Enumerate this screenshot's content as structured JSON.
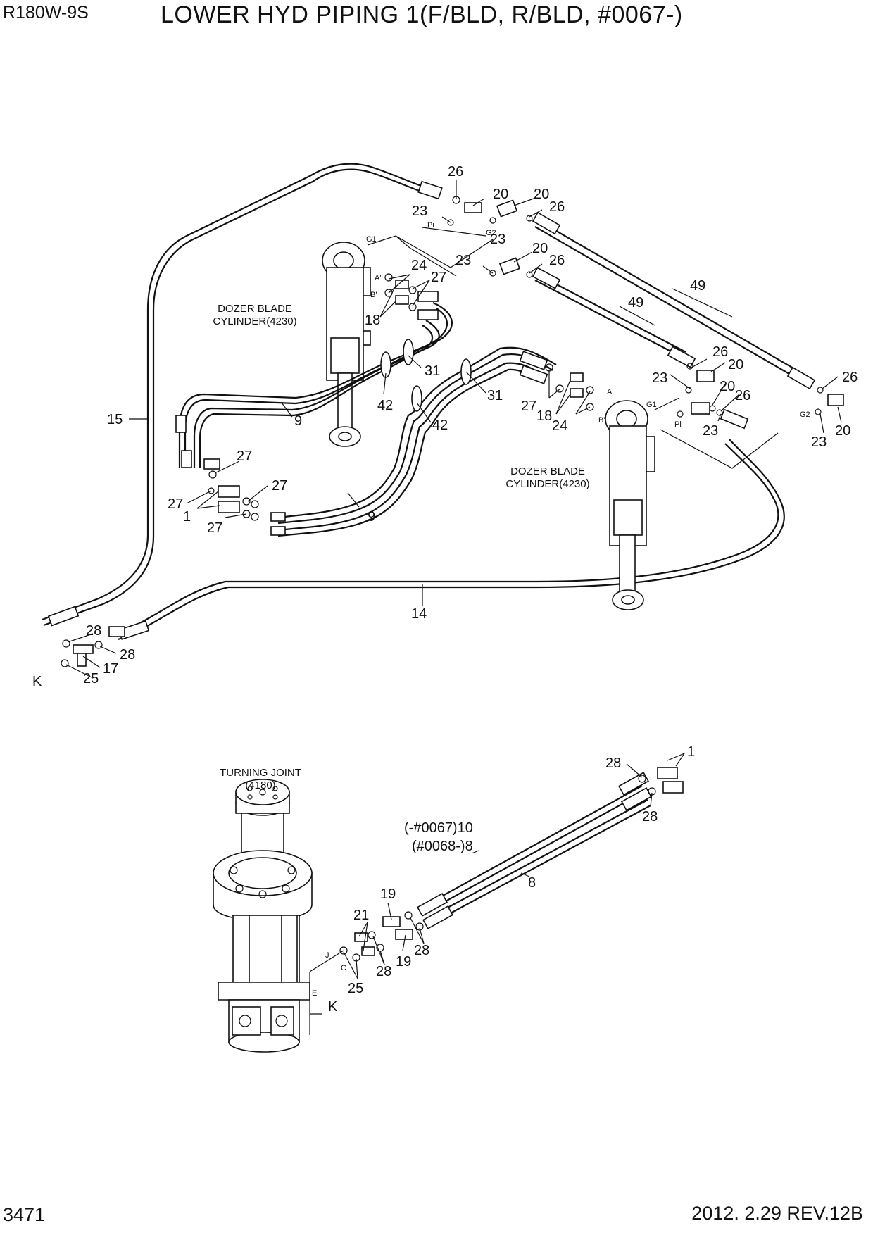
{
  "header": {
    "model": "R180W-9S",
    "title": "LOWER HYD PIPING 1(F/BLD, R/BLD, #0067-)"
  },
  "footer": {
    "page_number": "3471",
    "revision": "2012. 2.29  REV.12B"
  },
  "labels": {
    "dozer_left_line1": "DOZER BLADE",
    "dozer_left_line2": "CYLINDER(4230)",
    "dozer_right_line1": "DOZER BLADE",
    "dozer_right_line2": "CYLINDER(4230)",
    "turning_line1": "TURNING JOINT",
    "turning_line2": "(4180)",
    "serial_old": "(-#0067)10",
    "serial_new": "(#0068-)8"
  },
  "port_labels": {
    "g1_left": "G1",
    "pi_left": "Pi",
    "g2_left": "G2",
    "a_left": "A'",
    "b_left": "B'",
    "a_right": "A'",
    "b_right": "B'",
    "g1_right": "G1",
    "pi_right": "Pi",
    "g2_right": "G2",
    "j": "J",
    "c": "C",
    "e": "E",
    "k_top": "K",
    "k_bottom": "K"
  },
  "callouts": {
    "c26a": "26",
    "c20a": "20",
    "c20b": "20",
    "c26b": "26",
    "c23a": "23",
    "c23b": "23",
    "c23c": "23",
    "c20c": "20",
    "c26c": "26",
    "c24a": "24",
    "c27a": "27",
    "c18a": "18",
    "c49a": "49",
    "c49b": "49",
    "c31a": "31",
    "c31b": "31",
    "c42a": "42",
    "c42b": "42",
    "c9a": "9",
    "c9b": "9",
    "c15": "15",
    "c27b": "27",
    "c27c": "27",
    "c27d": "27",
    "c1a": "1",
    "c27e": "27",
    "c27f": "27",
    "c18b": "18",
    "c24b": "24",
    "c26d": "26",
    "c20d": "20",
    "c23d": "23",
    "c20e": "20",
    "c26e": "26",
    "c23e": "23",
    "c26f": "26",
    "c23f": "23",
    "c20f": "20",
    "c14": "14",
    "c28a": "28",
    "c28b": "28",
    "c17": "17",
    "c25a": "25",
    "c28c": "28",
    "c1b": "1",
    "c28d": "28",
    "c8": "8",
    "c19a": "19",
    "c21": "21",
    "c19b": "19",
    "c28e": "28",
    "c28f": "28",
    "c25b": "25"
  }
}
